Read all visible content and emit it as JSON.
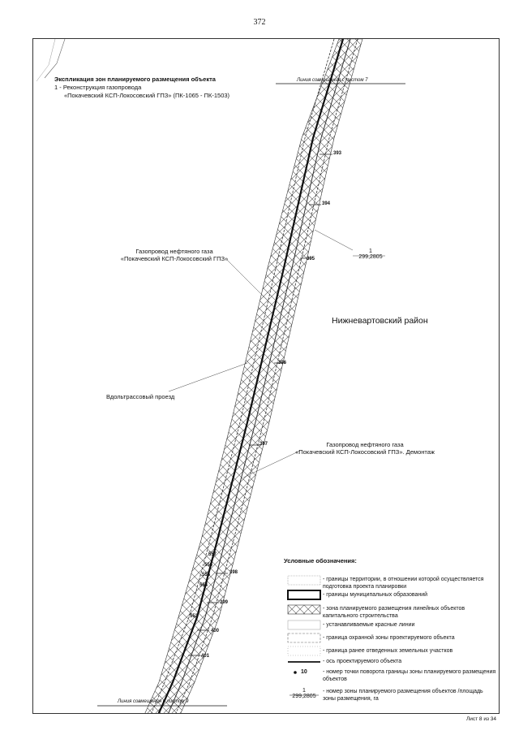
{
  "page_number": "372",
  "explication": {
    "title": "Экспликация зон планируемого размещения объекта",
    "item_1": "1 - Реконструкция газопровода",
    "item_1_detail": "«Покачевский КСП-Локосовский ГПЗ» (ПК-1065 - ПК-1503)"
  },
  "sheet_line_top": "Линия совмещения с листом 7",
  "sheet_line_bottom": "Линия совмещения с листом 9",
  "labels": {
    "gas_pipeline_line1": "Газопровод нефтяного газа",
    "gas_pipeline_line2": "«Покачевский КСП-Локосовский ГПЗ»",
    "access_road": "Вдольтрассовый проезд",
    "demolition_line1": "Газопровод нефтяного газа",
    "demolition_line2": "«Покачевский КСП-Локосовский ГПЗ». Демонтаж",
    "district": "Нижневартовский район",
    "zone_fraction_num": "1",
    "zone_fraction_den": "299,2805"
  },
  "pickets": [
    "393",
    "394",
    "395",
    "396",
    "397",
    "398",
    "399",
    "400",
    "401"
  ],
  "boundary_points": [
    "557",
    "556",
    "555",
    "554",
    "553"
  ],
  "legend": {
    "title": "Условные обозначения:",
    "items": [
      "- границы территории, в отношении которой осуществляется подготовка проекта планировки",
      "- границы муниципальных образований",
      "- зона планируемого размещения линейных объектов капитального строительства",
      "- устанавливаемые красные линии",
      "- граница охранной зоны проектируемого объекта",
      "- граница ранее отведенных земельных участков",
      "- ось проектируемого объекта",
      "- номер точки поворота границы зоны планируемого размещения объектов",
      "- номер зоны планируемого размещения объектов /площадь зоны размещения, га"
    ],
    "point_sample": "10",
    "frac_num": "1",
    "frac_den": "299,2805"
  },
  "footer": "Лист 8 из 34"
}
